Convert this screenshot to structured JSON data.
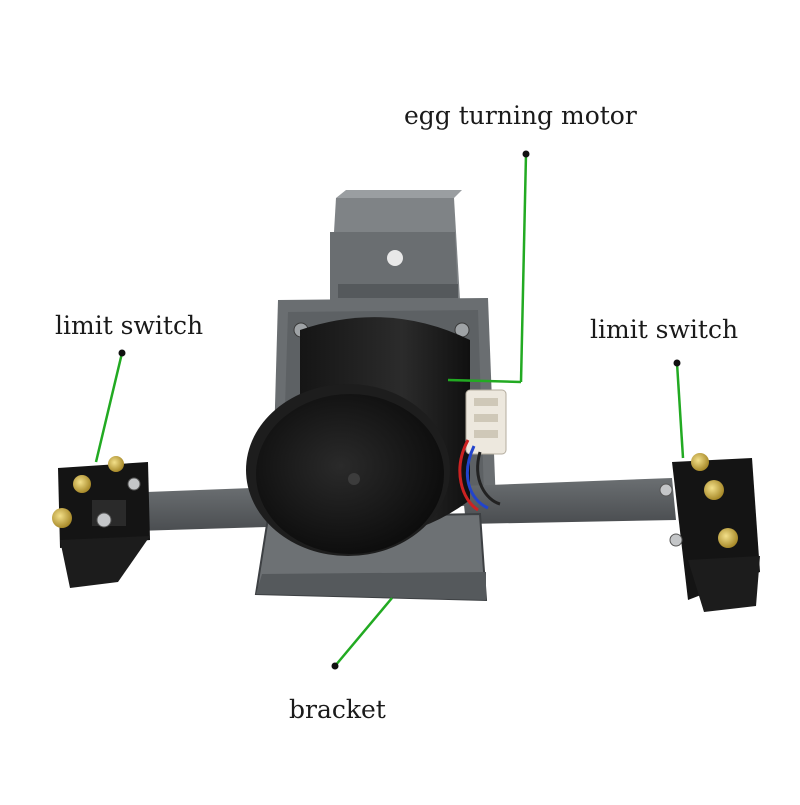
{
  "callouts": {
    "motor": "egg turning motor",
    "limit_switch_left": "limit switch",
    "limit_switch_right": "limit switch",
    "bracket": "bracket"
  },
  "colors": {
    "leader_line": "#22aa22",
    "leader_dot": "#111111",
    "plate": "#5a5e61",
    "motor_body": "#1b1b1b"
  }
}
